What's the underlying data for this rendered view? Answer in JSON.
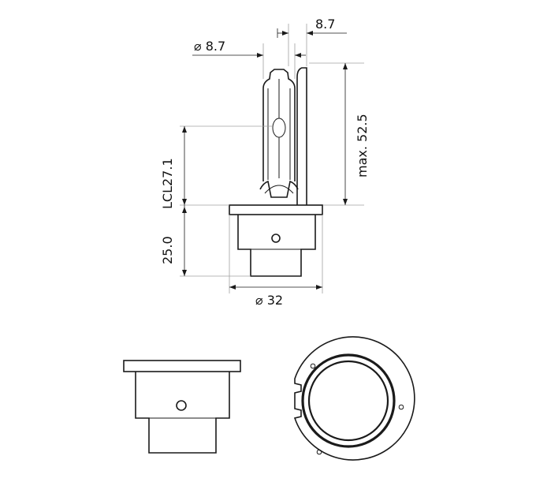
{
  "dimensions": {
    "top_right_width": "8.7",
    "top_left_diameter": "⌀ 8.7",
    "max_length": "max. 52.5",
    "light_center_length": "LCL27.1",
    "base_height": "25.0",
    "base_diameter": "⌀ 32"
  },
  "colors": {
    "line": "#1a1a1a",
    "extension_line": "#a0a0a0",
    "background": "#ffffff"
  }
}
